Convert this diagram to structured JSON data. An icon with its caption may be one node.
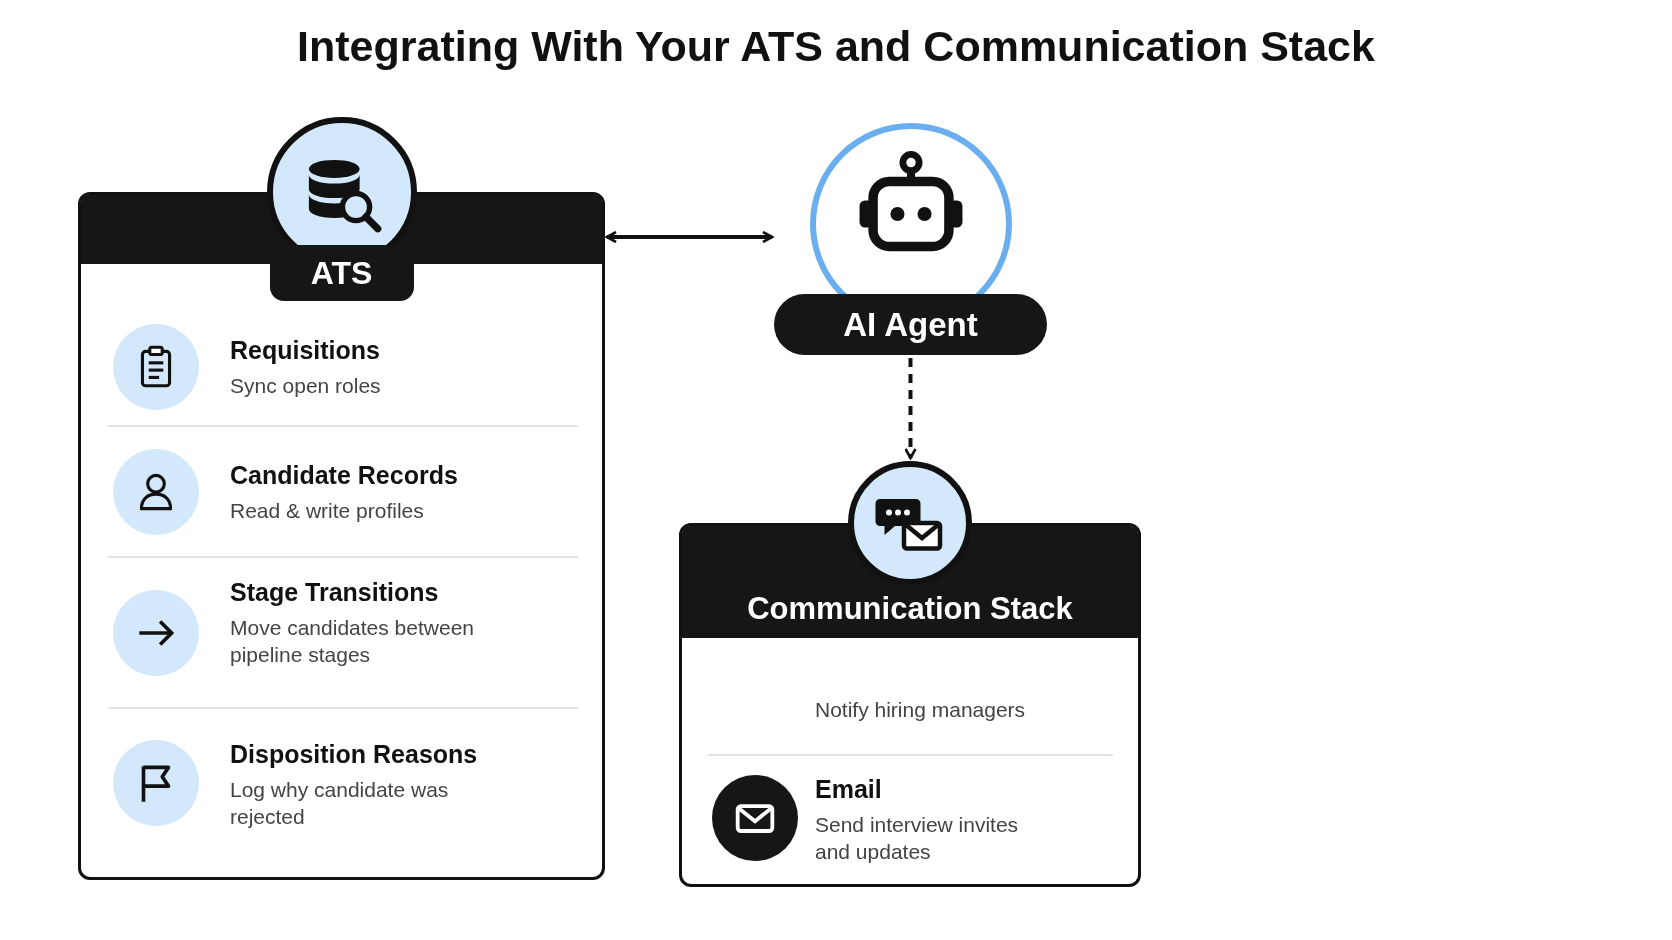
{
  "diagram": {
    "title": "Integrating With Your ATS and Communication Stack",
    "nodes": [
      {
        "text": [
          "ATS"
        ]
      },
      {
        "text": [
          "Requisitions",
          "Sync open roles"
        ],
        "in": 0
      },
      {
        "text": [
          "Candidate Records",
          "Read & write profiles"
        ],
        "in": 0
      },
      {
        "text": [
          "Stage Transitions",
          "Move candidates between pipeline stages"
        ],
        "in": 0
      },
      {
        "text": [
          "Disposition Reasons",
          "Log why candidate was rejected"
        ],
        "in": 0
      },
      {
        "text": [
          "AI Agent"
        ]
      },
      {
        "text": [
          "Communication Stack"
        ]
      },
      {
        "text": [
          "Notify hiring managers"
        ],
        "in": 6
      },
      {
        "text": [
          "Email",
          "Send interview invites and updates"
        ],
        "in": 6
      }
    ],
    "edges": [
      {
        "from": 0,
        "to": 5,
        "arrow": "both"
      },
      {
        "from": 5,
        "to": 6,
        "arrow": "to",
        "style": "dashed"
      }
    ]
  }
}
